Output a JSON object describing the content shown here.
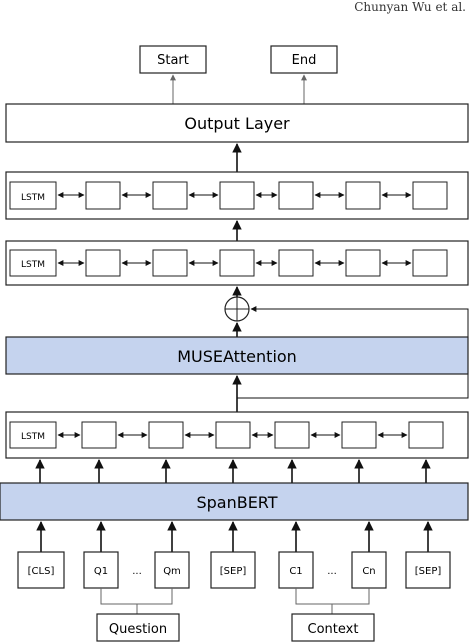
{
  "header": {
    "author": "Chunyan Wu et al."
  },
  "outputs": {
    "start": "Start",
    "end": "End"
  },
  "output_layer": "Output Layer",
  "lstm_label": "LSTM",
  "muse_attention": "MUSEAttention",
  "spanbert": "SpanBERT",
  "tokens": [
    "[CLS]",
    "Q1",
    "...",
    "Qm",
    "[SEP]",
    "C1",
    "...",
    "Cn",
    "[SEP]"
  ],
  "groups": {
    "question": "Question",
    "context": "Context"
  },
  "colors": {
    "layer_fill": "#c5d3ee",
    "stroke": "#222222",
    "gray_arrow": "#555555"
  }
}
